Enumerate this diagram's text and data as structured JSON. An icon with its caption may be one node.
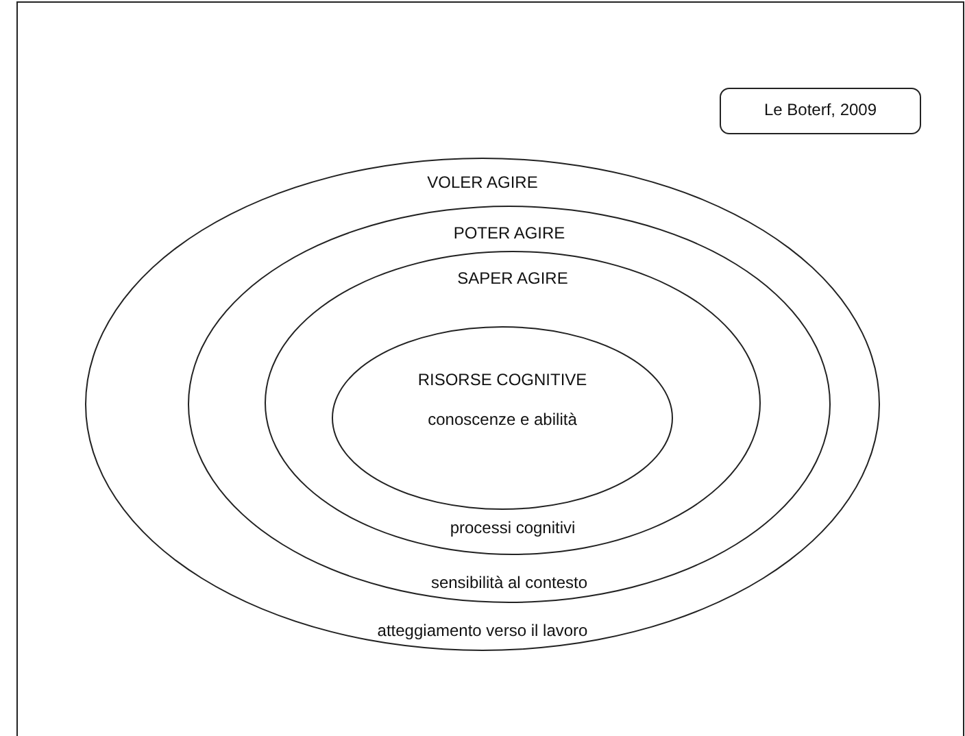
{
  "diagram": {
    "nodes": [
      {
        "text": [
          "Le Boterf, 2009"
        ]
      },
      {
        "text": [
          "VOLER AGIRE",
          "atteggiamento verso il lavoro"
        ]
      },
      {
        "text": [
          "POTER AGIRE",
          "sensibilità al contesto"
        ],
        "in": 1
      },
      {
        "text": [
          "SAPER AGIRE",
          "processi cognitivi"
        ],
        "in": 2
      },
      {
        "text": [
          "RISORSE COGNITIVE",
          "conoscenze e abilità"
        ],
        "in": 3
      }
    ]
  }
}
